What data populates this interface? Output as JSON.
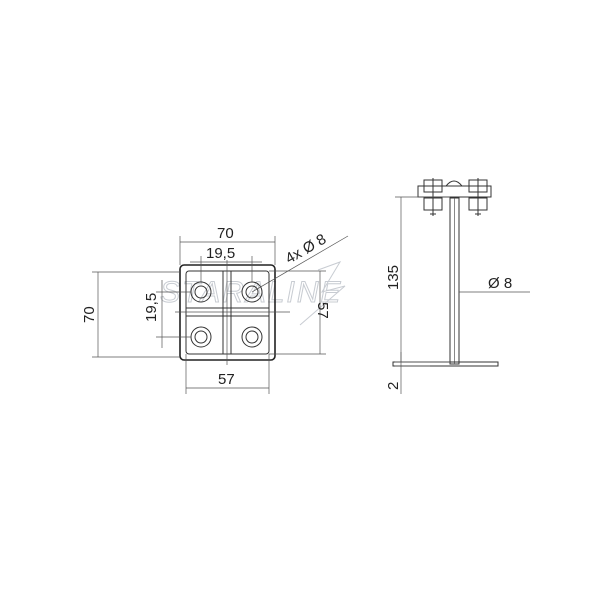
{
  "drawing": {
    "top_view": {
      "overall_width": "70",
      "hole_spacing_x": "19,5",
      "hole_spacing_y": "19,5",
      "overall_height": "70",
      "bottom_width": "57",
      "side_height": "57",
      "holes_callout": "4x Ø 8"
    },
    "side_view": {
      "height": "135",
      "rod_diameter": "Ø 8",
      "plate_thickness": "2"
    },
    "watermark": "STARALINE"
  },
  "colors": {
    "line": "#333333",
    "watermark": "#c8ccd2"
  }
}
